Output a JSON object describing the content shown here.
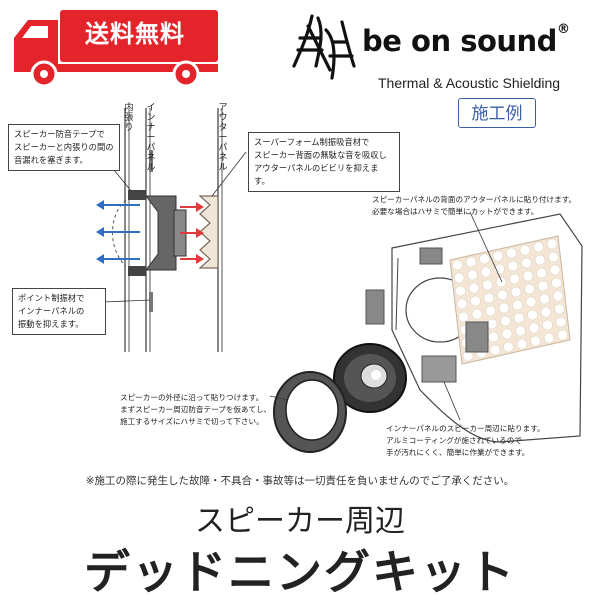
{
  "badge": {
    "label": "送料無料",
    "color": "#e3242b"
  },
  "brand": {
    "logo_kanji": "美音",
    "name": "be on sound",
    "registered": "®",
    "tagline": "Thermal & Acoustic Shielding"
  },
  "example_label": "施工例",
  "cross_section": {
    "layer_labels": [
      "内張り",
      "インナーパネル",
      "アウターパネル"
    ],
    "notes": [
      [
        "スピーカー防音テープで",
        "スピーカーと内張りの間の",
        "音漏れを塞ぎます。"
      ],
      [
        "スーパーフォーム制振吸音材で",
        "スピーカー背面の無駄な音を吸収し",
        "アウターパネルのビビリを抑えます。"
      ],
      [
        "ポイント制振材で",
        "インナーパネルの",
        "振動を抑えます。"
      ]
    ]
  },
  "install_captions": {
    "outer_panel": [
      "スピーカーパネルの背面のアウターパネルに貼り付けます。",
      "必要な場合はハサミで簡単にカットができます。"
    ],
    "ring": [
      "スピーカーの外径に沿って貼りつけます。",
      "まずスピーカー周辺防音テープを仮あてし、",
      "施工するサイズにハサミで切って下さい。"
    ],
    "inner_panel": [
      "インナーパネルのスピーカー周辺に貼ります。",
      "アルミコーティングが施されているので",
      "手が汚れにくく、簡単に作業ができます。"
    ]
  },
  "colors": {
    "accent_blue": "#3a5ea6",
    "arrow_blue": "#2f6fc2",
    "arrow_red": "#e03a3a",
    "foam": "#efe6da"
  },
  "icons": [
    "delivery-truck-icon",
    "speaker-icon",
    "foam-panel-icon",
    "ring-tape-icon"
  ],
  "disclaimer": "※施工の際に発生した故障・不具合・事故等は一切責任を負いませんのでご了承ください。",
  "title": {
    "line1": "スピーカー周辺",
    "line2": "デッドニングキット"
  }
}
